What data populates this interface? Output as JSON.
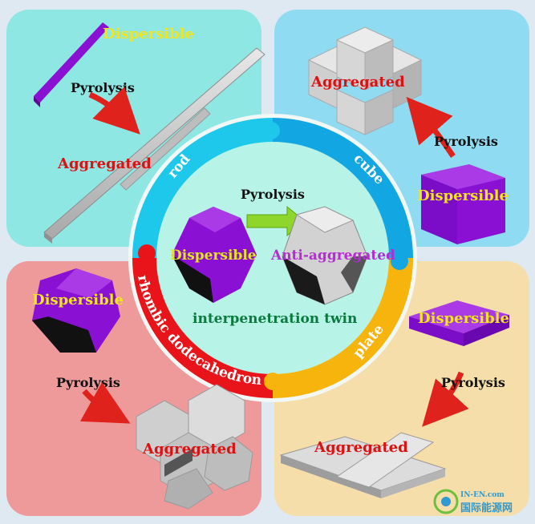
{
  "colors": {
    "background": "#dfe9f1",
    "quadrant_rod": "#8fe7e3",
    "quadrant_cube": "#8fdcf2",
    "quadrant_rhombic": "#ef9a9a",
    "quadrant_plate": "#f6deaa",
    "center_disk": "#b7f3e6",
    "ring_rod": "#1ec8ea",
    "ring_cube": "#12a6e3",
    "ring_rhombic": "#e8141a",
    "ring_plate": "#f6b40c",
    "dispersible_text": "#f2e61b",
    "aggregated_text": "#dd1111",
    "center_dispersible_text": "#e3e61a",
    "anti_aggregated_text": "#b72bd4",
    "twin_text": "#0b7a3e",
    "purple_shape": "#8a10d4",
    "gray_shape": "#c9c9c9",
    "arrow_red": "#e0221c",
    "arrow_green": "#8ed62b"
  },
  "quadrants": {
    "rod": {
      "dispersible": "Dispersible",
      "pyrolysis": "Pyrolysis",
      "aggregated": "Aggregated"
    },
    "cube": {
      "aggregated": "Aggregated",
      "pyrolysis": "Pyrolysis",
      "dispersible": "Dispersible"
    },
    "rhombic": {
      "dispersible": "Dispersible",
      "pyrolysis": "Pyrolysis",
      "aggregated": "Aggregated"
    },
    "plate": {
      "dispersible": "Dispersible",
      "pyrolysis": "Pyrolysis",
      "aggregated": "Aggregated"
    }
  },
  "ring": {
    "rod": "rod",
    "cube": "cube",
    "rhombic": "rhombic dodecahedron",
    "plate": "plate"
  },
  "center": {
    "pyrolysis": "Pyrolysis",
    "dispersible": "Dispersible",
    "anti_aggregated": "Anti-aggregated",
    "twin": "interpenetration twin"
  },
  "watermark": {
    "top": "IN-EN.com",
    "bottom": "国际能源网"
  }
}
